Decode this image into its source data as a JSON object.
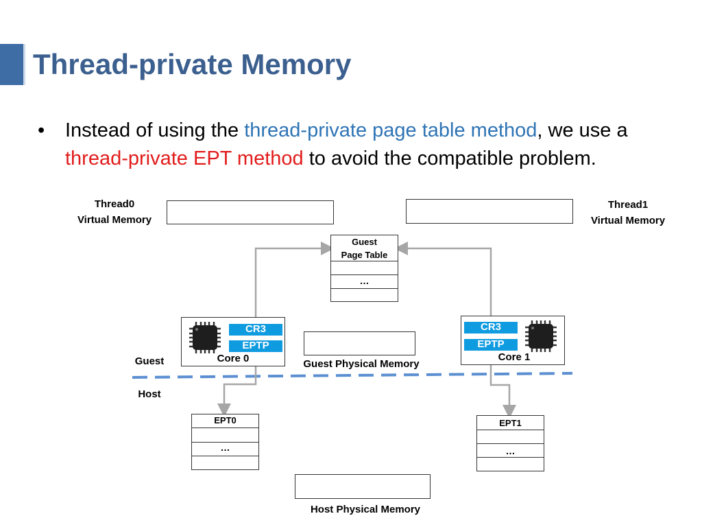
{
  "slide": {
    "title": "Thread-private Memory",
    "bullet_symbol": "•",
    "bullet": {
      "text1": "Instead of using the ",
      "highlight1": "thread-private page table method",
      "text2": ", we use a ",
      "highlight2": "thread-private EPT method",
      "text3": " to avoid the compatible problem."
    }
  },
  "diagram": {
    "thread0": {
      "line1": "Thread0",
      "line2": "Virtual Memory"
    },
    "thread1": {
      "line1": "Thread1",
      "line2": "Virtual Memory"
    },
    "guest_page_table": {
      "line1": "Guest",
      "line2": "Page Table",
      "ellipsis": "…"
    },
    "core0": {
      "cr3": "CR3",
      "eptp": "EPTP",
      "label": "Core 0"
    },
    "core1": {
      "cr3": "CR3",
      "eptp": "EPTP",
      "label": "Core 1"
    },
    "guest_physical_memory": "Guest Physical Memory",
    "guest_label": "Guest",
    "host_label": "Host",
    "ept0": {
      "label": "EPT0",
      "ellipsis": "…"
    },
    "ept1": {
      "label": "EPT1",
      "ellipsis": "…"
    },
    "host_physical_memory": "Host Physical Memory",
    "colors": {
      "divider": "#5b8fd1",
      "arrow": "#a6a6a6",
      "register": "#0f9be0"
    }
  }
}
